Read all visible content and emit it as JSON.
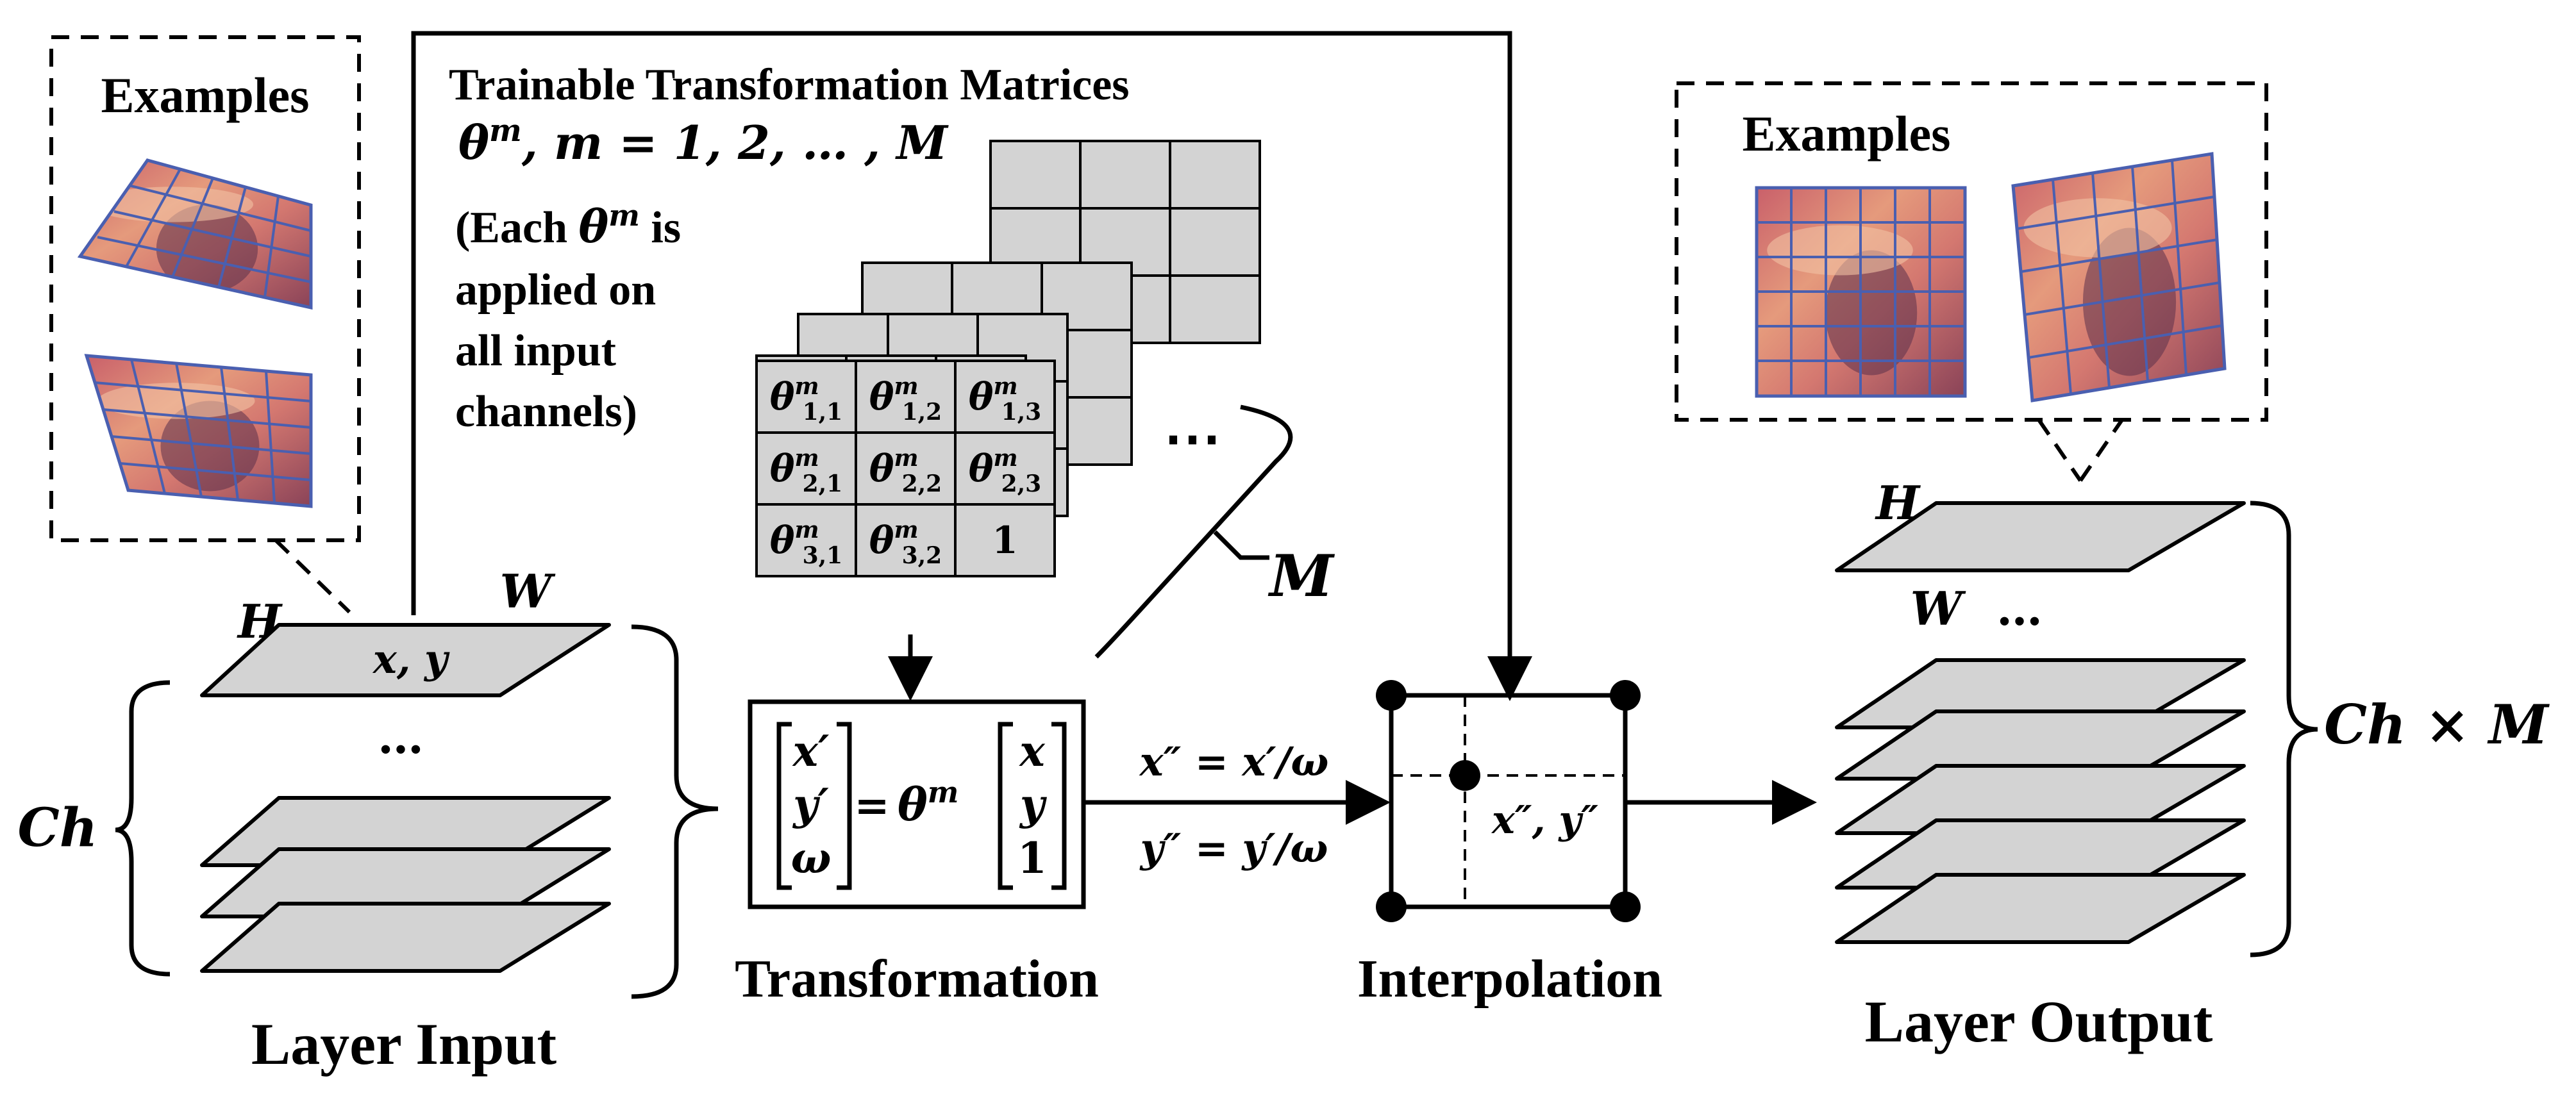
{
  "colors": {
    "plane_fill": "#d3d3d3",
    "grid_line": "#4a5fb0",
    "image_warm": "#d9786c",
    "image_dark": "#5a2f4a"
  },
  "examples_left": {
    "title": "Examples"
  },
  "examples_right": {
    "title": "Examples"
  },
  "trainable": {
    "title": "Trainable Transformation Matrices",
    "theta_symbol": "θ",
    "theta_super": "m",
    "theta_range": ", m = 1, 2, … , M",
    "note_lines": [
      "(Each ",
      " is",
      "applied on",
      "all input",
      "channels)"
    ],
    "ellipsis": "⋯",
    "stack_label": "M"
  },
  "matrix": {
    "cells": [
      [
        {
          "sub": "1,1"
        },
        {
          "sub": "1,2"
        },
        {
          "sub": "1,3"
        }
      ],
      [
        {
          "sub": "2,1"
        },
        {
          "sub": "2,2"
        },
        {
          "sub": "2,3"
        }
      ],
      [
        {
          "sub": "3,1"
        },
        {
          "sub": "3,2"
        },
        {
          "text": "1"
        }
      ]
    ]
  },
  "layer_input": {
    "label": "Layer Input",
    "h": "H",
    "w": "W",
    "coord": "x, y",
    "ellipsis": "…",
    "ch": "Ch"
  },
  "transformation": {
    "label": "Transformation",
    "lhs": [
      "x′",
      "y′",
      "ω"
    ],
    "equals": "=",
    "rhs": [
      "x",
      "y",
      "1"
    ],
    "eq1": "x″ = x′/ω",
    "eq2": "y″ = y′/ω"
  },
  "interpolation": {
    "label": "Interpolation",
    "coord": "x″, y″"
  },
  "layer_output": {
    "label": "Layer Output",
    "h": "H",
    "w": "W",
    "ellipsis": "…",
    "ch_m": "Ch × M"
  }
}
